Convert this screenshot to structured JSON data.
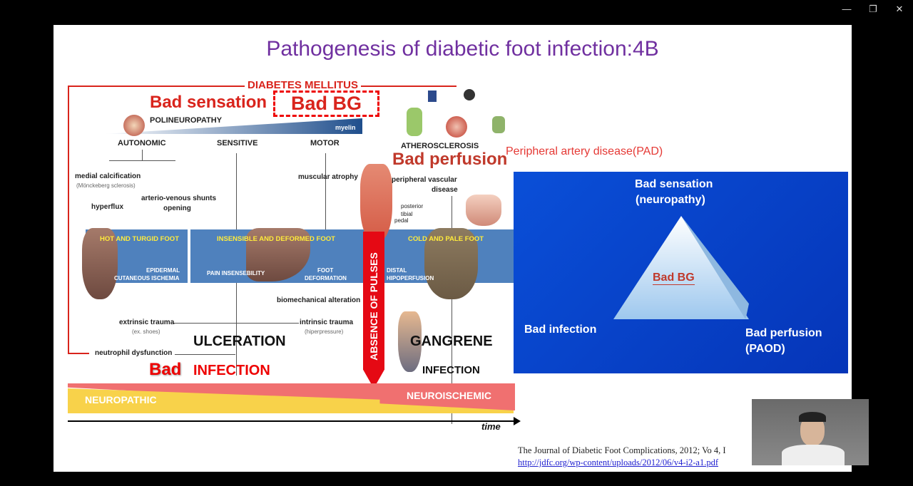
{
  "window_controls": {
    "minimize": "—",
    "restore": "❐",
    "close": "✕"
  },
  "slide": {
    "title": "Pathogenesis of diabetic foot infection:4B",
    "diagram": {
      "diabetes": "DIABETES MELLITUS",
      "bad_sensation": "Bad sensation",
      "bad_bg": "Bad BG",
      "polineuropathy": "POLINEUROPATHY",
      "myelin": "myelin",
      "autonomic": "AUTONOMIC",
      "sensitive": "SENSITIVE",
      "motor": "MOTOR",
      "atherosclerosis": "ATHEROSCLEROSIS",
      "bad_perfusion": "Bad perfusion",
      "medial_calcification": "medial calcification",
      "monckeberg": "(Mönckeberg sclerosis)",
      "hyperflux": "hyperflux",
      "av_shunts": "arterio-venous shunts",
      "opening": "opening",
      "muscular_atrophy": "muscular atrophy",
      "pvd": "peripheral vascular",
      "disease": "disease",
      "posterior": "posterior",
      "tibial": "tibial",
      "pedal": "pedal",
      "hot_foot": "HOT AND TURGID FOOT",
      "insensible_foot": "INSENSIBLE AND DEFORMED FOOT",
      "cold_foot": "COLD AND PALE FOOT",
      "epidermal": "EPIDERMAL",
      "cutaneous": "CUTANEOUS ISCHEMIA",
      "pain": "PAIN INSENSEBILITY",
      "foot_def1": "FOOT",
      "foot_def2": "DEFORMATION",
      "distal": "DISTAL",
      "hipoperfusion": "HIPOPERFUSION",
      "biomech": "biomechanical alteration",
      "extrinsic": "extrinsic trauma",
      "ex_shoes": "(ex. shoes)",
      "intrinsic": "intrinsic trauma",
      "hiperpressure": "(hiperpressure)",
      "absence": "ABSENCE OF PULSES",
      "ulceration": "ULCERATION",
      "gangrene": "GANGRENE",
      "neutrophil": "neutrophil dysfunction",
      "bad": "Bad",
      "infection": "INFECTION",
      "infection2": "INFECTION",
      "neuropathic": "NEUROPATHIC",
      "neuroischemic": "NEUROISCHEMIC",
      "time": "time"
    },
    "pad_label": "Peripheral artery disease(PAD)",
    "triangle": {
      "top1": "Bad sensation",
      "top2": "(neuropathy)",
      "center": "Bad BG",
      "left": "Bad infection",
      "right1": "Bad perfusion",
      "right2": "(PAOD)"
    },
    "citation": "The Journal of Diabetic Foot Complications, 2012; Vo 4, I",
    "link": "http://jdfc.org/wp-content/uploads/2012/06/v4-i2-a1.pdf"
  }
}
